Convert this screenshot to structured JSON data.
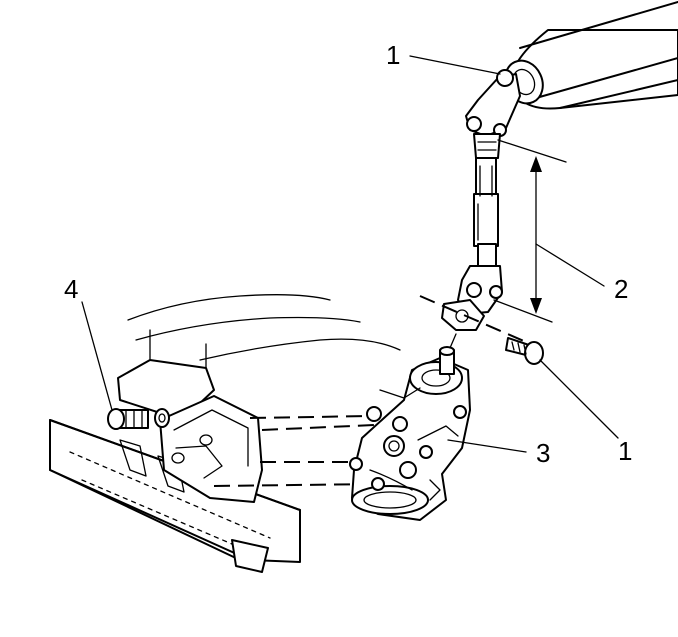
{
  "callouts": {
    "c1_top": "1",
    "c2": "2",
    "c3": "3",
    "c1_bottom": "1",
    "c4": "4"
  }
}
